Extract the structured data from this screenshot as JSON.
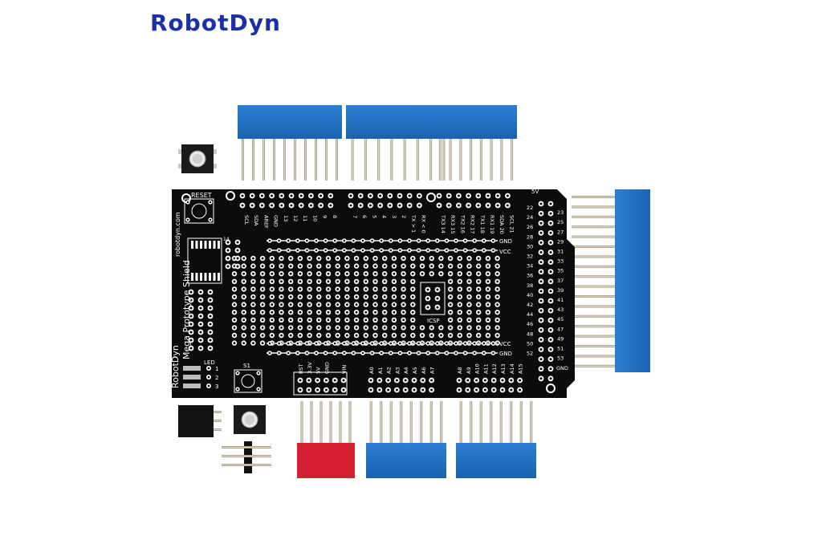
{
  "brand": "RobotDyn",
  "board": {
    "brand_mark": "RobotDyn",
    "product_name": "Mega Prototype Shield",
    "url": "robotdyn.com",
    "reset_label": "RESET",
    "led_label": "LED",
    "s1_label": "S1",
    "icsp_label": "ICSP",
    "gnd_label": "GND",
    "vcc_label": "VCC",
    "v5_label": "5V",
    "top_left_pins": [
      "SCL",
      "SDA",
      "AREF",
      "GND",
      "13",
      "12",
      "11",
      "10",
      "9",
      "8"
    ],
    "top_mid_pins": [
      "7",
      "6",
      "5",
      "4",
      "3",
      "2",
      "TX > 1",
      "RX < 0"
    ],
    "top_right_pins": [
      "TX3 14",
      "RX3 15",
      "TX2 16",
      "RX2 17",
      "TX1 18",
      "RX1 19",
      "SDA 20",
      "SCL 21"
    ],
    "right_even": [
      "22",
      "24",
      "26",
      "28",
      "30",
      "32",
      "34",
      "36",
      "38",
      "40",
      "42",
      "44",
      "46",
      "48",
      "50",
      "52"
    ],
    "right_odd": [
      "23",
      "25",
      "27",
      "29",
      "31",
      "33",
      "35",
      "37",
      "39",
      "41",
      "43",
      "45",
      "47",
      "49",
      "51",
      "53"
    ],
    "right_bottom": "GND",
    "bottom_power": [
      "RST",
      "3.3V",
      "5V",
      "GND",
      "",
      "VIN"
    ],
    "bottom_analog_1": [
      "A0",
      "A1",
      "A2",
      "A3",
      "A4",
      "A5",
      "A6",
      "A7"
    ],
    "bottom_analog_2": [
      "A8",
      "A9",
      "A10",
      "A11",
      "A12",
      "A13",
      "A14",
      "A15"
    ],
    "led_numbers": [
      "1",
      "2",
      "3"
    ],
    "ic_pin": "14"
  },
  "colors": {
    "pcb": "#0c0c0c",
    "header_blue": "#1f6fc2",
    "header_red": "#d42032",
    "brand_blue": "#1a2fa8",
    "pin_gold": "#c8bfa3"
  }
}
